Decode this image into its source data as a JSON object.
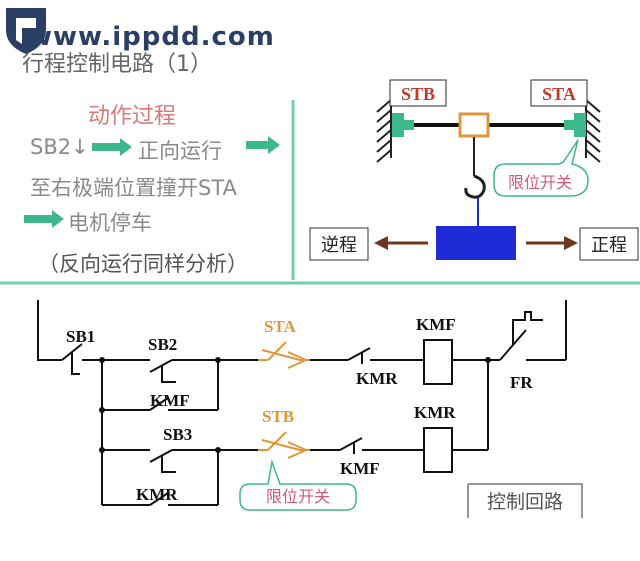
{
  "watermark": "www.ippdd.com",
  "title": "行程控制电路（1）",
  "process": {
    "heading": "动作过程",
    "step1_a": "SB2↓",
    "step1_b": "正向运行",
    "step2": "至右极端位置撞开STA",
    "step3": "电机停车",
    "note": "（反向运行同样分析）"
  },
  "mechanism": {
    "left_switch": "STB",
    "right_switch": "STA",
    "limit_switch_label": "限位开关",
    "reverse_label": "逆程",
    "forward_label": "正程"
  },
  "circuit": {
    "sb1": "SB1",
    "sb2": "SB2",
    "sb3": "SB3",
    "sta": "STA",
    "stb": "STB",
    "kmf_top": "KMF",
    "kmr_top": "KMR",
    "kmr_hold": "KMR",
    "kmf_hold": "KMF",
    "kmf_bottom": "KMF",
    "kmr_bottom": "KMR",
    "fr": "FR",
    "limit_switch_label": "限位开关",
    "control_circuit_label": "控制回路"
  },
  "colors": {
    "accent_green": "#3cb88a",
    "limit_orange": "#e0963c",
    "motor_blue": "#1f2bd6",
    "arrow_brown": "#6b3a1e",
    "divider_green": "#6fd3a6",
    "switch_red": "#c0392b"
  }
}
